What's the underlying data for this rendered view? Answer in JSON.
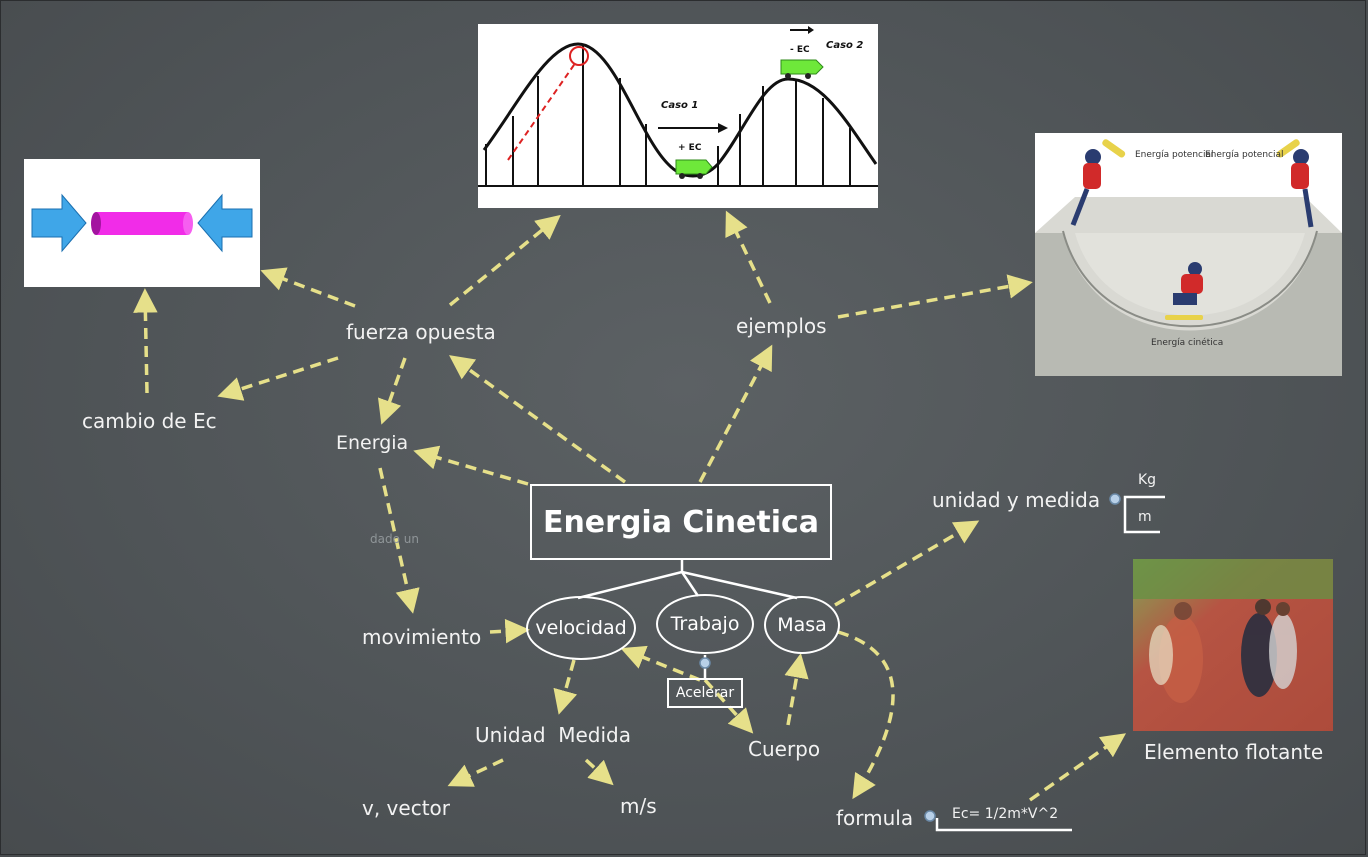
{
  "central": "Energia Cinetica",
  "nodes": {
    "velocidad": "velocidad",
    "trabajo": "Trabajo",
    "masa": "Masa",
    "fuerza_opuesta": "fuerza opuesta",
    "ejemplos": "ejemplos",
    "cambio_ec": "cambio de Ec",
    "energia": "Energia",
    "dado_un": "dado un",
    "movimiento": "movimiento",
    "unidad_medida": "Unidad  Medida",
    "v_vector": "v, vector",
    "ms": "m/s",
    "acelerar": "Acelerar",
    "cuerpo": "Cuerpo",
    "formula": "formula",
    "formula_value": "Ec= 1/2m*V^2",
    "unidad_y_medida": "unidad y medida",
    "kg": "Kg",
    "m": "m",
    "elemento_flotante": "Elemento flotante"
  },
  "coaster": {
    "caso1": "Caso 1",
    "caso2": "Caso 2",
    "plus_ec": "+ EC",
    "minus_ec": "- EC"
  },
  "halfpipe": {
    "pot_left": "Energía potencial",
    "pot_right": "Energía potencial",
    "cinetica": "Energía cinética"
  },
  "colors": {
    "arrow": "#e6e08a",
    "line": "#ffffff"
  }
}
